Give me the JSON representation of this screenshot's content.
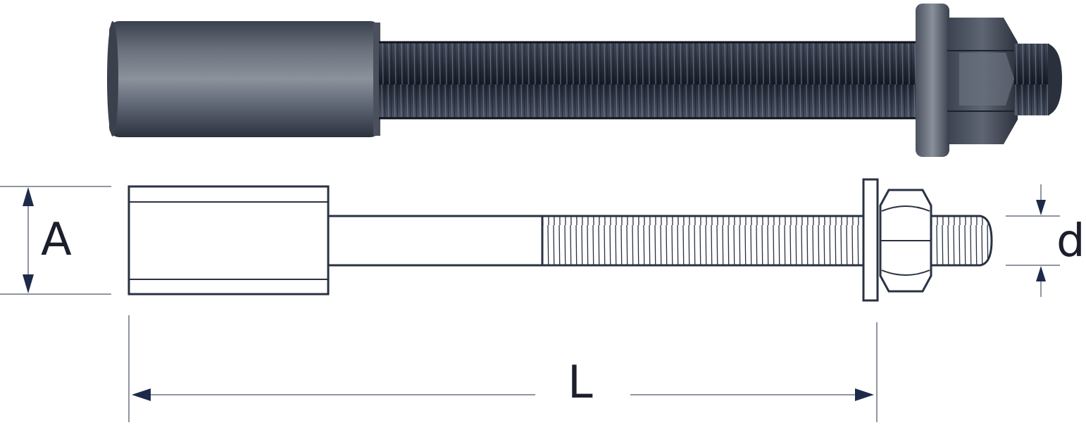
{
  "figure": {
    "labels": {
      "diameter_A": "A",
      "thread_d": "d",
      "length_L": "L"
    },
    "colors": {
      "steel_dark": "#2c3444",
      "steel_mid": "#5a6270",
      "steel_light": "#8a919c",
      "outline": "#2a3142",
      "dimension_arrow": "#1e2a4a",
      "background": "#ffffff"
    }
  }
}
